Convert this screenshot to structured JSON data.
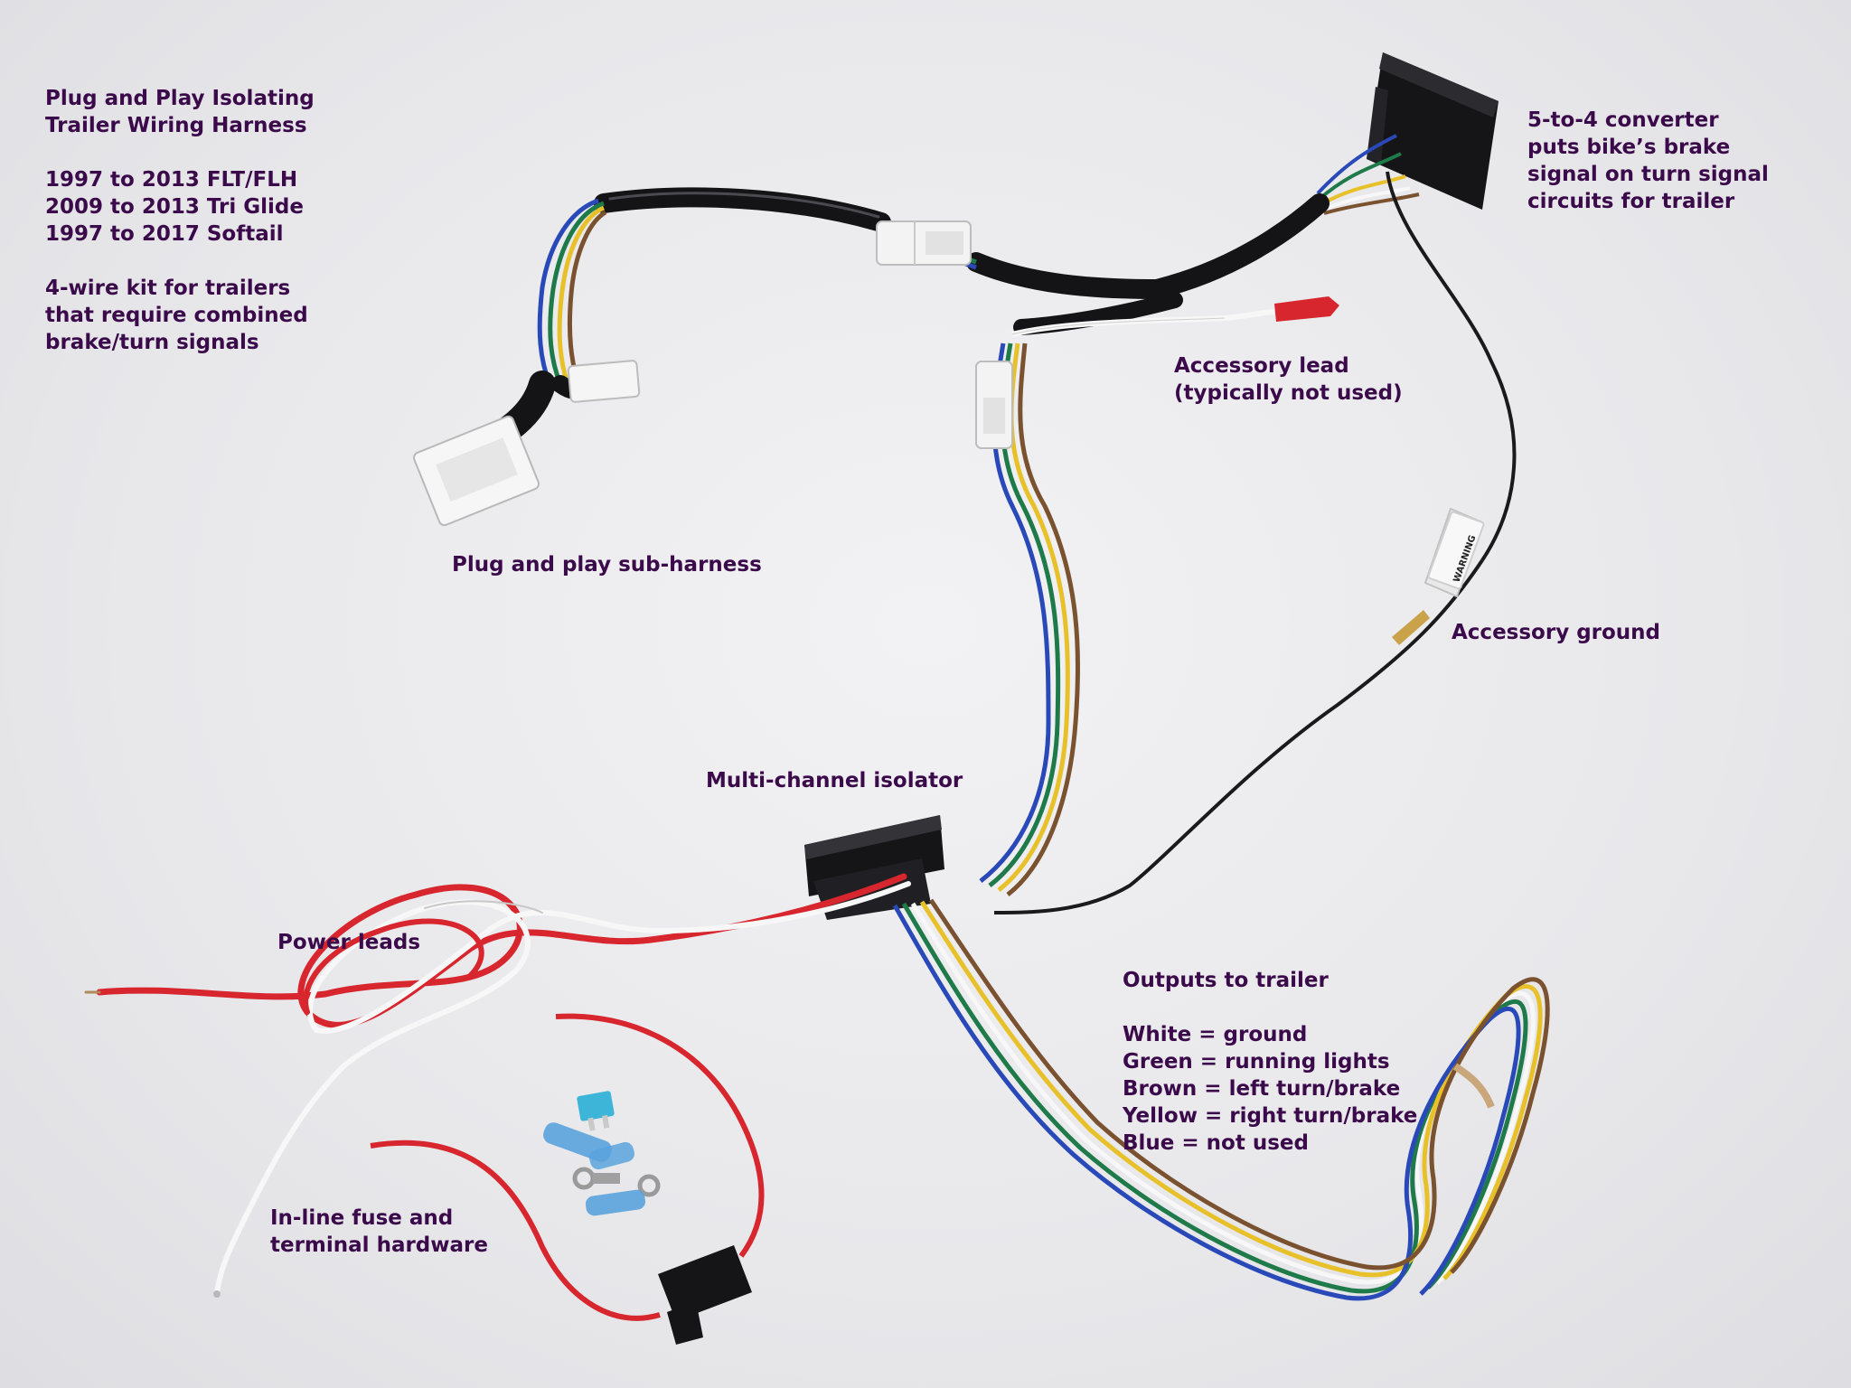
{
  "intro": {
    "title_lines": [
      "Plug and Play Isolating",
      "Trailer Wiring Harness"
    ],
    "fitment_lines": [
      "1997 to 2013 FLT/FLH",
      "2009 to 2013 Tri Glide",
      "1997 to 2017 Softail"
    ],
    "note_lines": [
      "4-wire kit for trailers",
      "that require combined",
      "brake/turn signals"
    ]
  },
  "callouts": {
    "converter": [
      "5-to-4 converter",
      "puts bike’s brake",
      "signal on turn signal",
      "circuits for trailer"
    ],
    "accessory_lead": [
      "Accessory lead",
      "(typically not used)"
    ],
    "sub_harness": "Plug and play sub-harness",
    "accessory_ground": "Accessory ground",
    "isolator": "Multi-channel isolator",
    "power_leads": "Power leads",
    "fuse": [
      "In-line fuse and",
      "terminal hardware"
    ]
  },
  "outputs": {
    "heading": "Outputs to trailer",
    "legend": [
      "White = ground",
      "Green = running lights",
      "Brown = left turn/brake",
      "Yellow = right turn/brake",
      "Blue = not used"
    ]
  },
  "warning_tag": "WARNING",
  "wire_colors": {
    "black": "#1a1a1c",
    "white": "#f7f7f7",
    "green": "#1f7a4a",
    "brown": "#7a5230",
    "yellow": "#e8c12a",
    "blue": "#2a49b8",
    "red": "#d8262e",
    "label_text": "#3b0a4a"
  },
  "icons": {
    "converter": "black-converter-box",
    "isolator": "black-isolator-box",
    "fuse_holder": "inline-fuse-holder",
    "fuse": "blade-fuse",
    "terminals": "ring-terminals"
  }
}
